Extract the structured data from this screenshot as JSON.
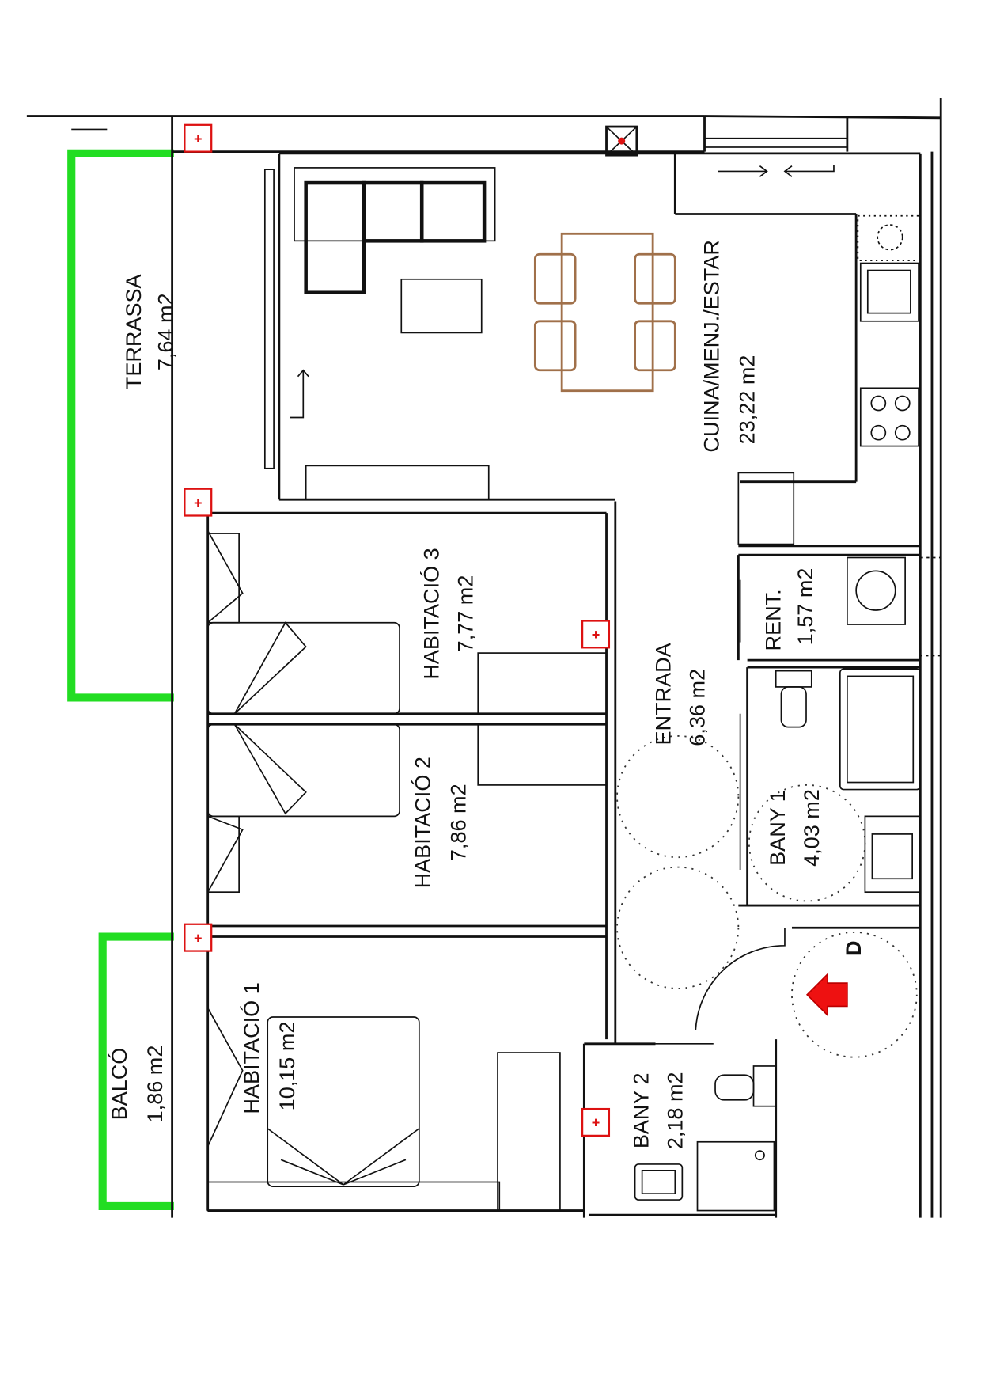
{
  "rooms": {
    "terrassa": {
      "name": "TERRASSA",
      "area": "7,64 m2"
    },
    "cuina": {
      "name": "CUINA/MENJ./ESTAR",
      "area": "23,22 m2"
    },
    "habitacio3": {
      "name": "HABITACIÓ 3",
      "area": "7,77 m2"
    },
    "entrada": {
      "name": "ENTRADA",
      "area": "6,36 m2"
    },
    "rent": {
      "name": "RENT.",
      "area": "1,57 m2"
    },
    "habitacio2": {
      "name": "HABITACIÓ 2",
      "area": "7,86 m2"
    },
    "bany1": {
      "name": "BANY 1",
      "area": "4,03 m2"
    },
    "balco": {
      "name": "BALCÓ",
      "area": "1,86 m2"
    },
    "habitacio1": {
      "name": "HABITACIÓ 1",
      "area": "10,15 m2"
    },
    "bany2": {
      "name": "BANY 2",
      "area": "2,18 m2"
    }
  },
  "entrance_label": "D",
  "marker_symbol": "+",
  "colors": {
    "outdoor": "#22dd22",
    "marker": "#dd1111",
    "furniture": "#a0704a",
    "entrance_arrow": "#ee1111"
  }
}
